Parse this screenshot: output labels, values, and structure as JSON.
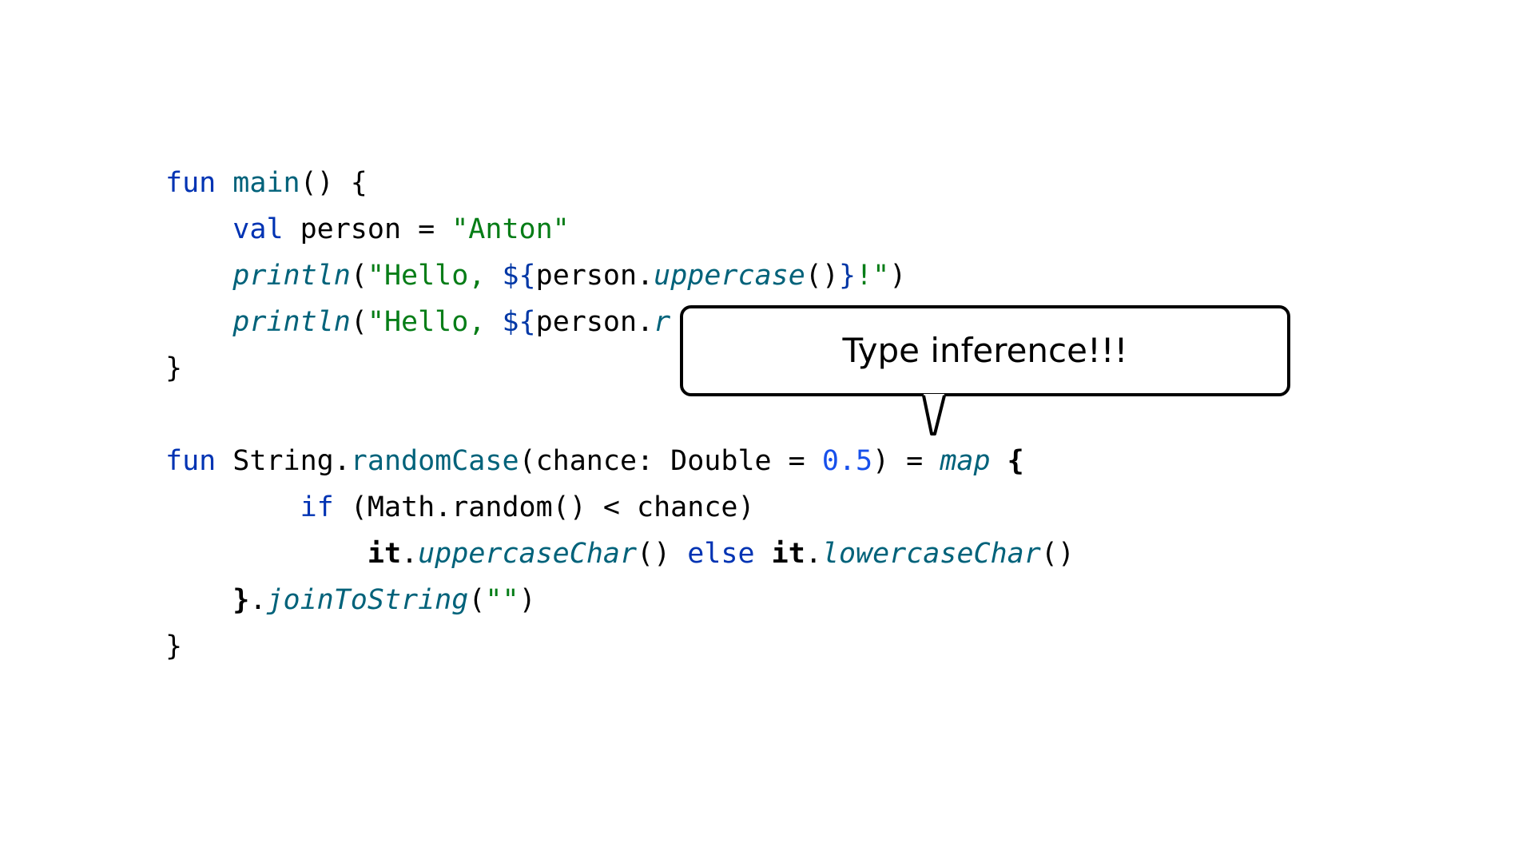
{
  "code_lines": [
    [
      {
        "text": "fun",
        "style": "kw"
      },
      {
        "text": " ",
        "style": "plain"
      },
      {
        "text": "main",
        "style": "fn"
      },
      {
        "text": "() {",
        "style": "plain"
      }
    ],
    [
      {
        "text": "    ",
        "style": "plain"
      },
      {
        "text": "val",
        "style": "kw"
      },
      {
        "text": " person = ",
        "style": "plain"
      },
      {
        "text": "\"Anton\"",
        "style": "str"
      }
    ],
    [
      {
        "text": "    ",
        "style": "plain"
      },
      {
        "text": "println",
        "style": "ext"
      },
      {
        "text": "(",
        "style": "plain"
      },
      {
        "text": "\"Hello, ",
        "style": "str"
      },
      {
        "text": "${",
        "style": "tpl"
      },
      {
        "text": "person.",
        "style": "plain"
      },
      {
        "text": "uppercase",
        "style": "ext"
      },
      {
        "text": "()",
        "style": "plain"
      },
      {
        "text": "}",
        "style": "tpl"
      },
      {
        "text": "!\"",
        "style": "str"
      },
      {
        "text": ")",
        "style": "plain"
      }
    ],
    [
      {
        "text": "    ",
        "style": "plain"
      },
      {
        "text": "println",
        "style": "ext"
      },
      {
        "text": "(",
        "style": "plain"
      },
      {
        "text": "\"Hello, ",
        "style": "str"
      },
      {
        "text": "${",
        "style": "tpl"
      },
      {
        "text": "person.",
        "style": "plain"
      },
      {
        "text": "r",
        "style": "ext"
      }
    ],
    [
      {
        "text": "}",
        "style": "plain"
      }
    ],
    [],
    [
      {
        "text": "fun",
        "style": "kw"
      },
      {
        "text": " String.",
        "style": "plain"
      },
      {
        "text": "randomCase",
        "style": "fn"
      },
      {
        "text": "(chance: Double = ",
        "style": "plain"
      },
      {
        "text": "0.5",
        "style": "num"
      },
      {
        "text": ") = ",
        "style": "plain"
      },
      {
        "text": "map",
        "style": "ext"
      },
      {
        "text": " ",
        "style": "plain"
      },
      {
        "text": "{",
        "style": "bold"
      }
    ],
    [
      {
        "text": "        ",
        "style": "plain"
      },
      {
        "text": "if",
        "style": "kw"
      },
      {
        "text": " (Math.random() < chance)",
        "style": "plain"
      }
    ],
    [
      {
        "text": "            ",
        "style": "plain"
      },
      {
        "text": "it",
        "style": "bold"
      },
      {
        "text": ".",
        "style": "plain"
      },
      {
        "text": "uppercaseChar",
        "style": "ext"
      },
      {
        "text": "() ",
        "style": "plain"
      },
      {
        "text": "else",
        "style": "kw"
      },
      {
        "text": " ",
        "style": "plain"
      },
      {
        "text": "it",
        "style": "bold"
      },
      {
        "text": ".",
        "style": "plain"
      },
      {
        "text": "lowercaseChar",
        "style": "ext"
      },
      {
        "text": "()",
        "style": "plain"
      }
    ],
    [
      {
        "text": "    ",
        "style": "plain"
      },
      {
        "text": "}",
        "style": "bold"
      },
      {
        "text": ".",
        "style": "plain"
      },
      {
        "text": "joinToString",
        "style": "ext"
      },
      {
        "text": "(",
        "style": "plain"
      },
      {
        "text": "\"\"",
        "style": "str"
      },
      {
        "text": ")",
        "style": "plain"
      }
    ],
    [
      {
        "text": "}",
        "style": "plain"
      }
    ]
  ],
  "callout": {
    "text": "Type inference!!!"
  },
  "colors": {
    "keyword": "#0033b3",
    "function": "#00627a",
    "string": "#067d17",
    "number": "#1750eb",
    "template": "#0037a6",
    "text": "#000000",
    "background": "#ffffff"
  }
}
